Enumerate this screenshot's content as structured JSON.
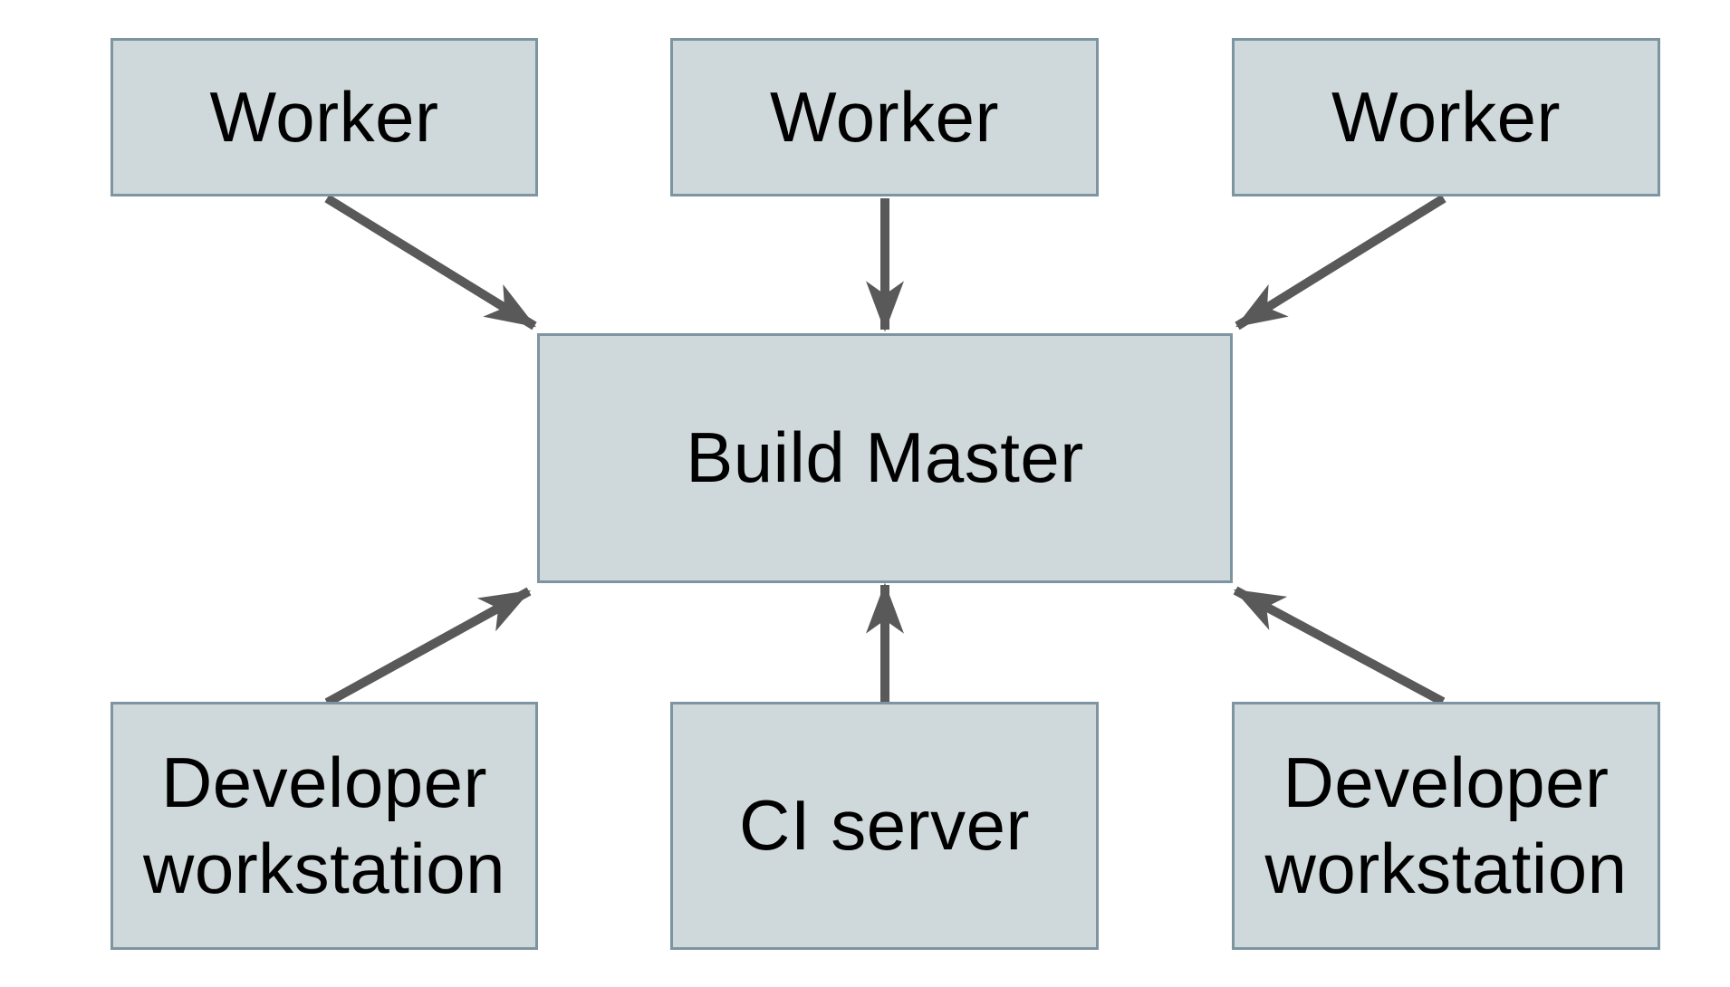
{
  "colors": {
    "background": "#ffffff",
    "box_fill": "#cfd8da",
    "box_border": "#7d95a1",
    "arrow": "#595959",
    "text": "#000000"
  },
  "nodes": {
    "worker_top_left": {
      "label": "Worker"
    },
    "worker_top_center": {
      "label": "Worker"
    },
    "worker_top_right": {
      "label": "Worker"
    },
    "build_master": {
      "label": "Build Master"
    },
    "dev_ws_left": {
      "label": "Developer workstation"
    },
    "ci_server": {
      "label": "CI server"
    },
    "dev_ws_right": {
      "label": "Developer workstation"
    }
  },
  "edges": [
    {
      "from": "worker_top_left",
      "to": "build_master"
    },
    {
      "from": "worker_top_center",
      "to": "build_master"
    },
    {
      "from": "worker_top_right",
      "to": "build_master"
    },
    {
      "from": "dev_ws_left",
      "to": "build_master"
    },
    {
      "from": "ci_server",
      "to": "build_master"
    },
    {
      "from": "dev_ws_right",
      "to": "build_master"
    }
  ]
}
